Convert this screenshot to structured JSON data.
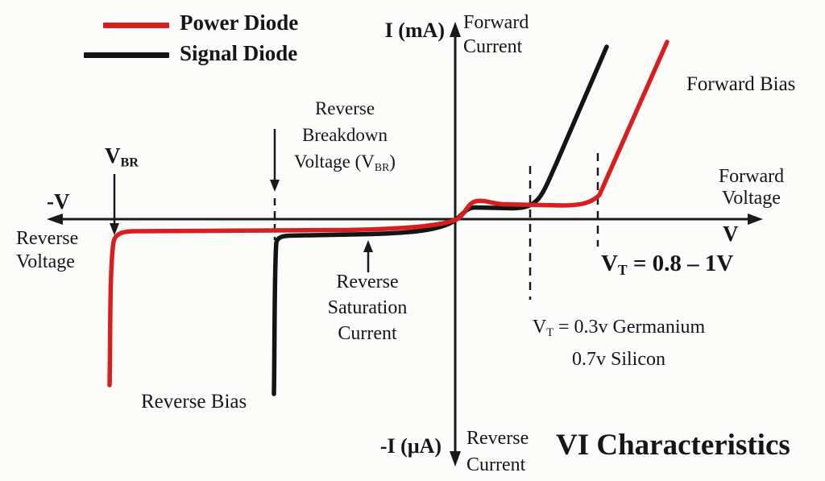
{
  "figure": {
    "title": "VI Characteristics",
    "background": "#fcfcfa",
    "text_color": "#161616"
  },
  "legend": {
    "items": [
      {
        "name": "power-diode",
        "label": "Power Diode",
        "color": "#d81f1f"
      },
      {
        "name": "signal-diode",
        "label": "Signal Diode",
        "color": "#151515"
      }
    ]
  },
  "axes": {
    "axis_color": "#1a1a1a",
    "y_top_label": "I (mA)",
    "y_top_caption_line1": "Forward",
    "y_top_caption_line2": "Current",
    "y_bottom_label": "-I (μA)",
    "y_bottom_caption_line1": "Reverse",
    "y_bottom_caption_line2": "Current",
    "x_right_caption_line1": "Forward",
    "x_right_caption_line2": "Voltage",
    "x_right_label": "V",
    "x_left_label": "-V",
    "x_left_caption_line1": "Reverse",
    "x_left_caption_line2": "Voltage"
  },
  "annotations": {
    "vbr_marker": {
      "base": "V",
      "sub": "BR"
    },
    "breakdown_caption": {
      "line1": "Reverse",
      "line2": "Breakdown",
      "line3_pre": "Voltage (V",
      "line3_sub": "BR",
      "line3_post": ")"
    },
    "saturation_caption": {
      "line1": "Reverse",
      "line2": "Saturation",
      "line3": "Current"
    },
    "forward_bias": "Forward Bias",
    "reverse_bias": "Reverse Bias",
    "vt_range": {
      "base": "V",
      "sub": "T",
      "rest": " = 0.8 – 1V"
    },
    "vt_values": {
      "base": "V",
      "sub": "T",
      "rest": " = 0.3v Germanium",
      "line2": "0.7v Silicon"
    },
    "main_title": "VI Characteristics"
  },
  "chart_data": {
    "type": "line",
    "title": "VI Characteristics",
    "x_axis": {
      "positive": "V (Forward Voltage)",
      "negative": "-V (Reverse Voltage)",
      "numeric_ticks": false
    },
    "y_axis": {
      "positive": "I (mA) Forward Current",
      "negative": "-I (μA) Reverse Current",
      "numeric_ticks": false
    },
    "series": [
      {
        "name": "Power Diode",
        "color": "#d81f1f",
        "features": {
          "reverse_breakdown": "V_BR (large, far left)",
          "forward_threshold": "V_T = 0.8 – 1V",
          "regions": [
            "reverse breakdown (steep drop)",
            "reverse saturation (flat, small negative current)",
            "forward knee at 0.8–1V",
            "steep forward conduction"
          ]
        }
      },
      {
        "name": "Signal Diode",
        "color": "#151515",
        "features": {
          "reverse_breakdown": "smaller magnitude than power diode",
          "forward_threshold": "V_T = 0.3v Germanium, 0.7v Silicon",
          "regions": [
            "reverse breakdown (steep drop)",
            "reverse saturation (flat, small negative current)",
            "forward knee at 0.3–0.7V",
            "steep forward conduction"
          ]
        }
      }
    ],
    "legend_position": "top-left",
    "grid": false
  }
}
